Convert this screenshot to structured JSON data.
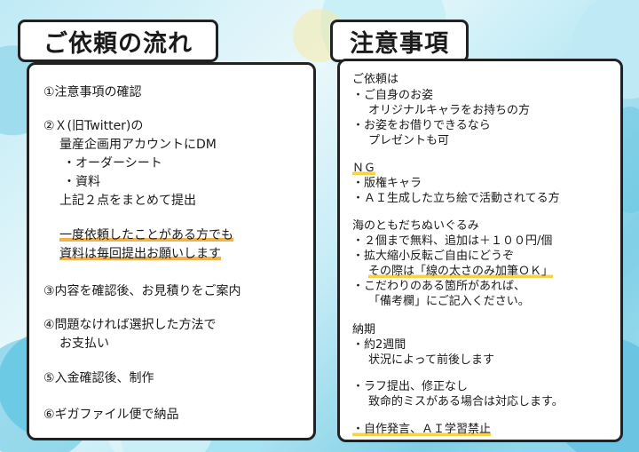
{
  "left": {
    "title": "ご依頼の流れ",
    "lines": [
      "①注意事項の確認",
      "②Ｘ(旧Twitter)の",
      "量産企画用アカウントにDM",
      "・オーダーシート",
      "・資料",
      "上記２点をまとめて提出",
      "一度依頼したことがある方でも",
      "資料は毎回提出お願いします",
      "③内容を確認後、お見積りをご案内",
      "④問題なければ選択した方法で",
      "お支払い",
      "⑤入金確認後、制作",
      "⑥ギガファイル便で納品"
    ]
  },
  "right": {
    "title": "注意事項",
    "lines": [
      "ご依頼は",
      "・ご自身のお姿",
      "オリジナルキャラをお持ちの方",
      "・お姿をお借りできるなら",
      "プレゼントも可",
      "ＮＧ",
      "・版権キャラ",
      "・ＡＩ生成した立ち絵で活動されてる方",
      "海のともだちぬいぐるみ",
      "・２個まで無料、追加は＋１００円/個",
      "・拡大縮小反転ご自由にどうぞ",
      "その際は「線の太さのみ加筆ＯＫ」",
      "・こだわりのある箇所があれば、",
      "「備考欄」にご記入ください。",
      "納期",
      "・約2週間",
      "状況によって前後します",
      "・ラフ提出、修正なし",
      "致命的ミスがある場合は対応します。",
      "・自作発言、ＡＩ学習禁止"
    ]
  },
  "colors": {
    "highlight": "#f2b24a",
    "border": "#222222",
    "background": "#bfeaf6"
  }
}
